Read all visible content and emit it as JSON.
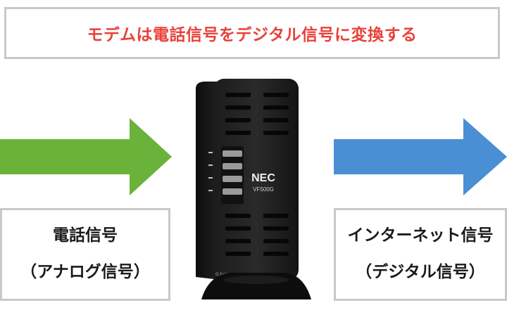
{
  "title": "モデムは電話信号をデジタル信号に変換する",
  "left_label": {
    "line1": "電話信号",
    "line2": "（アナログ信号）"
  },
  "right_label": {
    "line1": "インターネット信号",
    "line2": "（デジタル信号）"
  },
  "modem": {
    "brand": "NEC",
    "model": "VF500G",
    "badge": "G.fast"
  },
  "colors": {
    "title": "#e8413a",
    "analog_arrow": "#6ab23a",
    "digital_arrow": "#4a8ed4",
    "box_border": "#c8c8c8"
  },
  "icons": {
    "left_arrow": "arrow-right-icon",
    "right_arrow": "arrow-right-icon"
  }
}
